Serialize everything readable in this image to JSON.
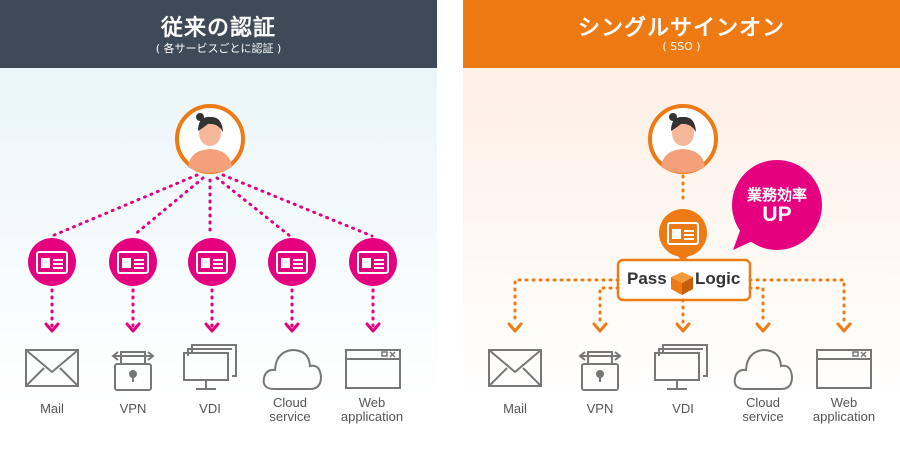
{
  "left_panel": {
    "title": "従来の認証",
    "subtitle": "( 各サービスごとに認証 )",
    "services": [
      {
        "label": "Mail",
        "icon": "mail-icon"
      },
      {
        "label": "VPN",
        "icon": "vpn-lock-icon"
      },
      {
        "label": "VDI",
        "icon": "vdi-monitor-icon"
      },
      {
        "label": "Cloud\nservice",
        "icon": "cloud-icon"
      },
      {
        "label": "Web\napplication",
        "icon": "browser-window-icon"
      }
    ]
  },
  "right_panel": {
    "title": "シングルサインオン",
    "subtitle": "( SSO )",
    "badge_line1": "業務効率",
    "badge_line2": "UP",
    "logo_left": "Pass",
    "logo_right": "Logic",
    "services": [
      {
        "label": "Mail",
        "icon": "mail-icon"
      },
      {
        "label": "VPN",
        "icon": "vpn-lock-icon"
      },
      {
        "label": "VDI",
        "icon": "vdi-monitor-icon"
      },
      {
        "label": "Cloud\nservice",
        "icon": "cloud-icon"
      },
      {
        "label": "Web\napplication",
        "icon": "browser-window-icon"
      }
    ]
  },
  "colors": {
    "left_header": "#3e4a57",
    "right_header": "#ee7a14",
    "magenta": "#e4007f",
    "orange": "#ee7a14",
    "icon_gray": "#777777"
  }
}
